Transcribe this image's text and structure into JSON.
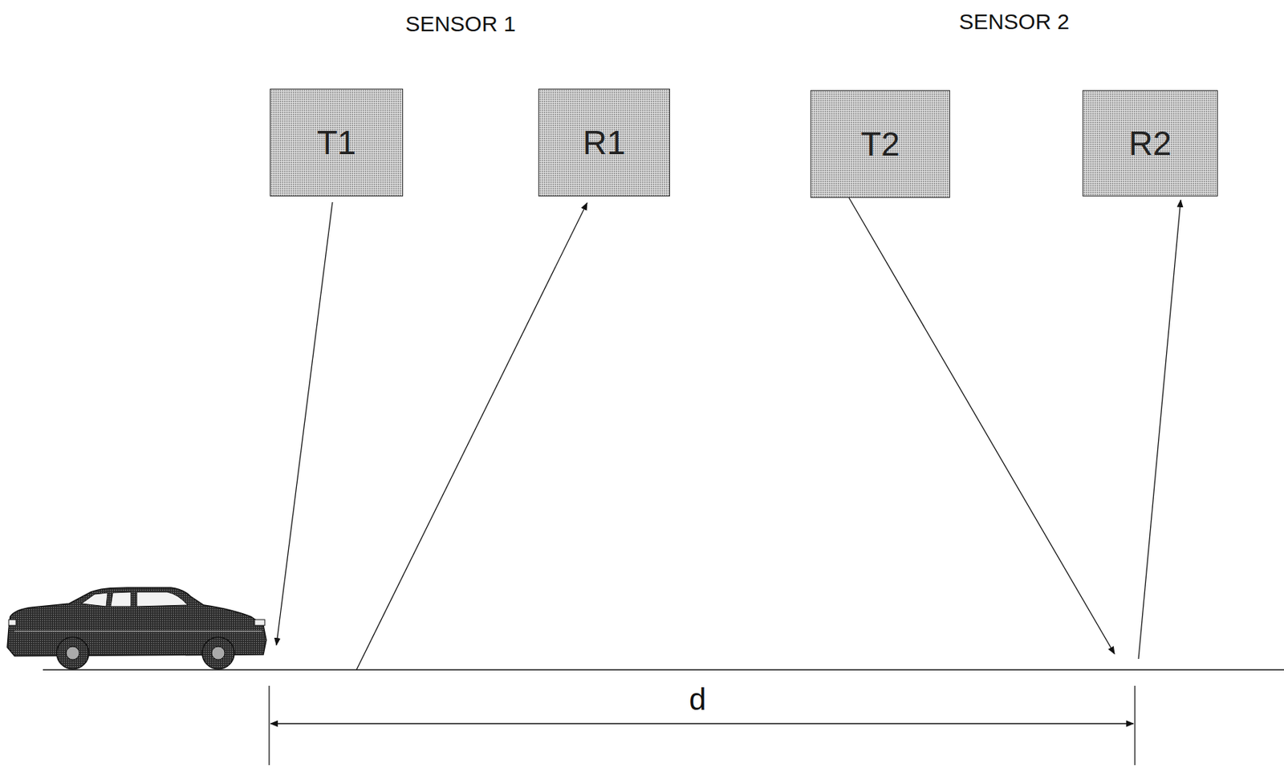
{
  "diagram": {
    "nodes": [
      {
        "text": [
          "T1"
        ]
      },
      {
        "text": [
          "R1"
        ]
      },
      {
        "text": [
          "T2"
        ]
      },
      {
        "text": [
          "R2"
        ]
      }
    ],
    "labels": [
      "SENSOR 1",
      "SENSOR 2",
      "d"
    ]
  }
}
